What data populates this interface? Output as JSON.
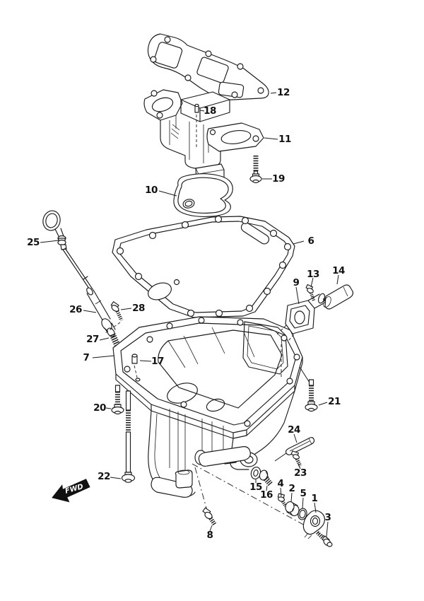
{
  "fwd_marker": {
    "label": "FWD"
  },
  "colors": {
    "background": "#ffffff",
    "line": "#1a1a1a",
    "label": "#111111"
  },
  "callouts": [
    {
      "num": "1"
    },
    {
      "num": "2"
    },
    {
      "num": "3"
    },
    {
      "num": "4"
    },
    {
      "num": "5"
    },
    {
      "num": "6"
    },
    {
      "num": "7"
    },
    {
      "num": "8"
    },
    {
      "num": "9"
    },
    {
      "num": "10"
    },
    {
      "num": "11"
    },
    {
      "num": "12"
    },
    {
      "num": "13"
    },
    {
      "num": "14"
    },
    {
      "num": "15"
    },
    {
      "num": "16"
    },
    {
      "num": "17"
    },
    {
      "num": "18"
    },
    {
      "num": "19"
    },
    {
      "num": "20"
    },
    {
      "num": "21"
    },
    {
      "num": "22"
    },
    {
      "num": "23"
    },
    {
      "num": "24"
    },
    {
      "num": "25"
    },
    {
      "num": "26"
    },
    {
      "num": "27"
    },
    {
      "num": "28"
    }
  ]
}
